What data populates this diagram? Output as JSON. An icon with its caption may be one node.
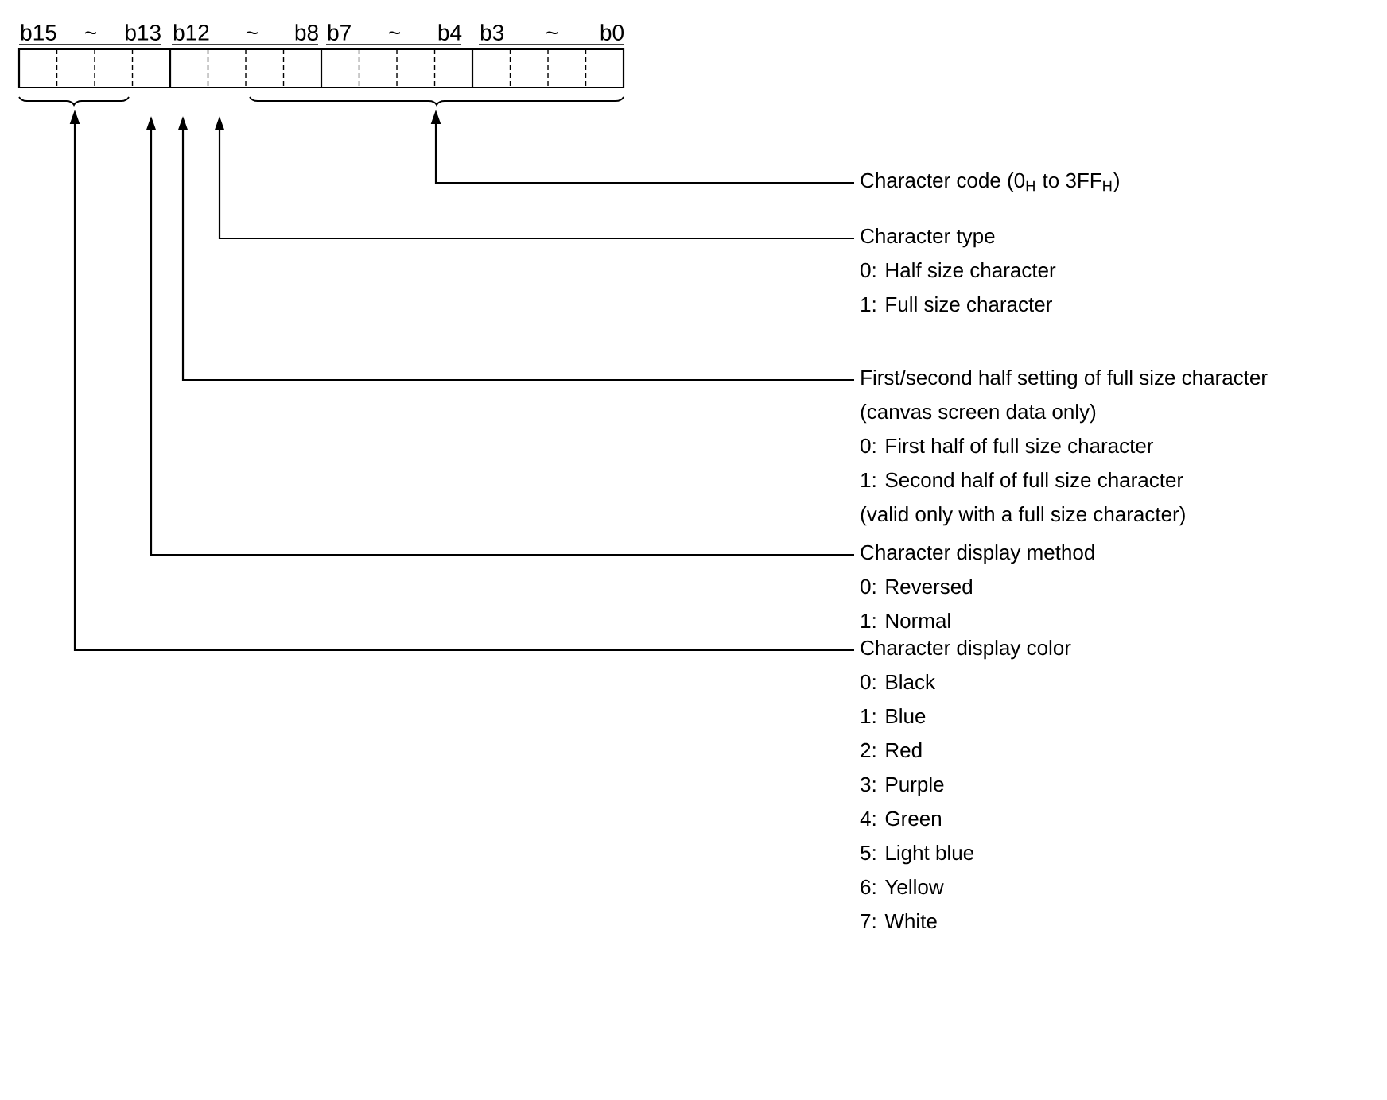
{
  "diagram": {
    "nodes": [
      {
        "text": [
          "Character code (0$_{H}$ to 3FF$_{H}$)"
        ]
      },
      {
        "text": [
          "Character type",
          "0: Half size character",
          "1: Full size character"
        ]
      },
      {
        "text": [
          "First/second half setting of full size character",
          "(canvas screen data only)",
          "0: First half of full size character",
          "1: Second half of full size character",
          "(valid only with a full size character)"
        ]
      },
      {
        "text": [
          "Character display method",
          "0: Reversed",
          "1: Normal"
        ]
      },
      {
        "text": [
          "Character display color",
          "0: Black",
          "1: Blue",
          "2: Red",
          "3: Purple",
          "4: Green",
          "5: Light blue",
          "6: Yellow",
          "7: White"
        ]
      }
    ],
    "edges": [
      {
        "from": 0,
        "to": null,
        "arrow": "to"
      },
      {
        "from": 1,
        "to": null,
        "arrow": "to"
      },
      {
        "from": 2,
        "to": null,
        "arrow": "to"
      },
      {
        "from": 3,
        "to": null,
        "arrow": "to"
      },
      {
        "from": 4,
        "to": null,
        "arrow": "to"
      }
    ],
    "labels": [
      "b15 ~ b13",
      "b12 ~ b8",
      "b7 ~ b4",
      "b3 ~ b0"
    ]
  }
}
